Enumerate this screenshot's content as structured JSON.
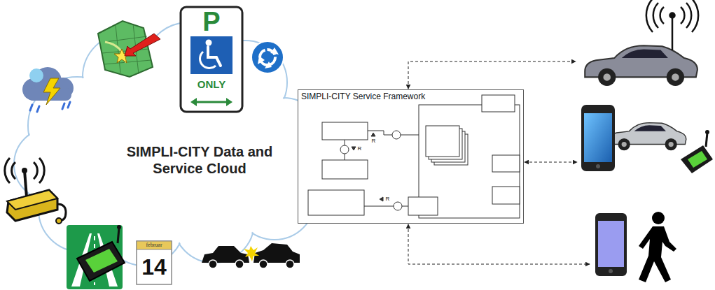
{
  "diagram": {
    "nodes": [
      {
        "text": [
          "SIMPLI-CITY Data and Service Cloud"
        ]
      },
      {
        "text": [
          "SIMPLI-CITY Service Framework"
        ]
      }
    ],
    "labels": [
      "P",
      "ONLY",
      "februar",
      "14",
      "R",
      "R",
      "R"
    ]
  }
}
